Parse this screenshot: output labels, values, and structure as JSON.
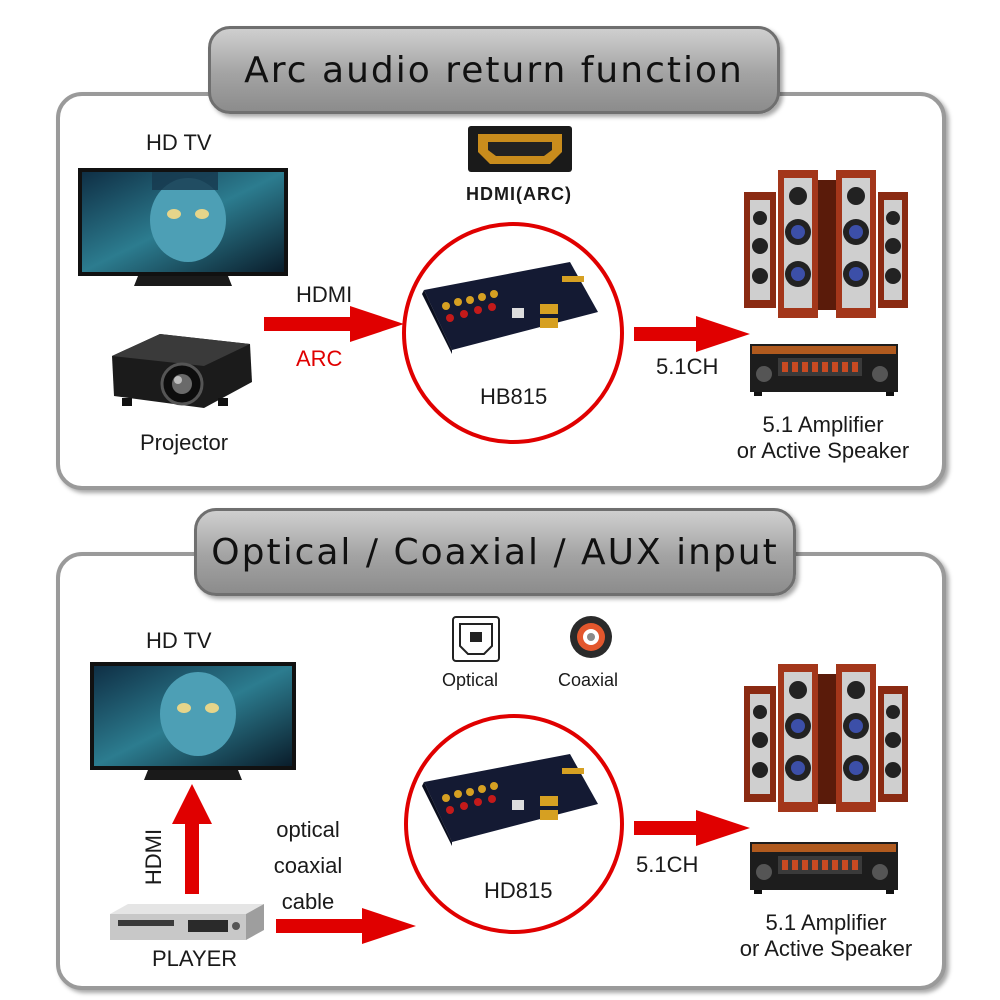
{
  "arc_section": {
    "title": "Arc audio return function",
    "hdtv_label": "HD TV",
    "projector_label": "Projector",
    "hdmi_label": "HDMI",
    "arc_label": "ARC",
    "hdmi_arc_label": "HDMI(ARC)",
    "device_label": "HB815",
    "output_label": "5.1CH",
    "amp_label_line1": "5.1 Amplifier",
    "amp_label_line2": "or Active Speaker"
  },
  "input_section": {
    "title": "Optical / Coaxial / AUX input",
    "hdtv_label": "HD TV",
    "optical_label": "Optical",
    "coaxial_label": "Coaxial",
    "cable_line1": "optical",
    "cable_line2": "coaxial",
    "cable_line3": "cable",
    "hdmi_vertical_label": "HDMI",
    "player_label": "PLAYER",
    "device_label": "HD815",
    "output_label": "5.1CH",
    "amp_label_line1": "5.1 Amplifier",
    "amp_label_line2": "or Active Speaker"
  },
  "colors": {
    "arrow": "#e00000",
    "circle": "#e00000",
    "banner": "#a3a3a3",
    "panel_border": "#9a9a9a"
  }
}
